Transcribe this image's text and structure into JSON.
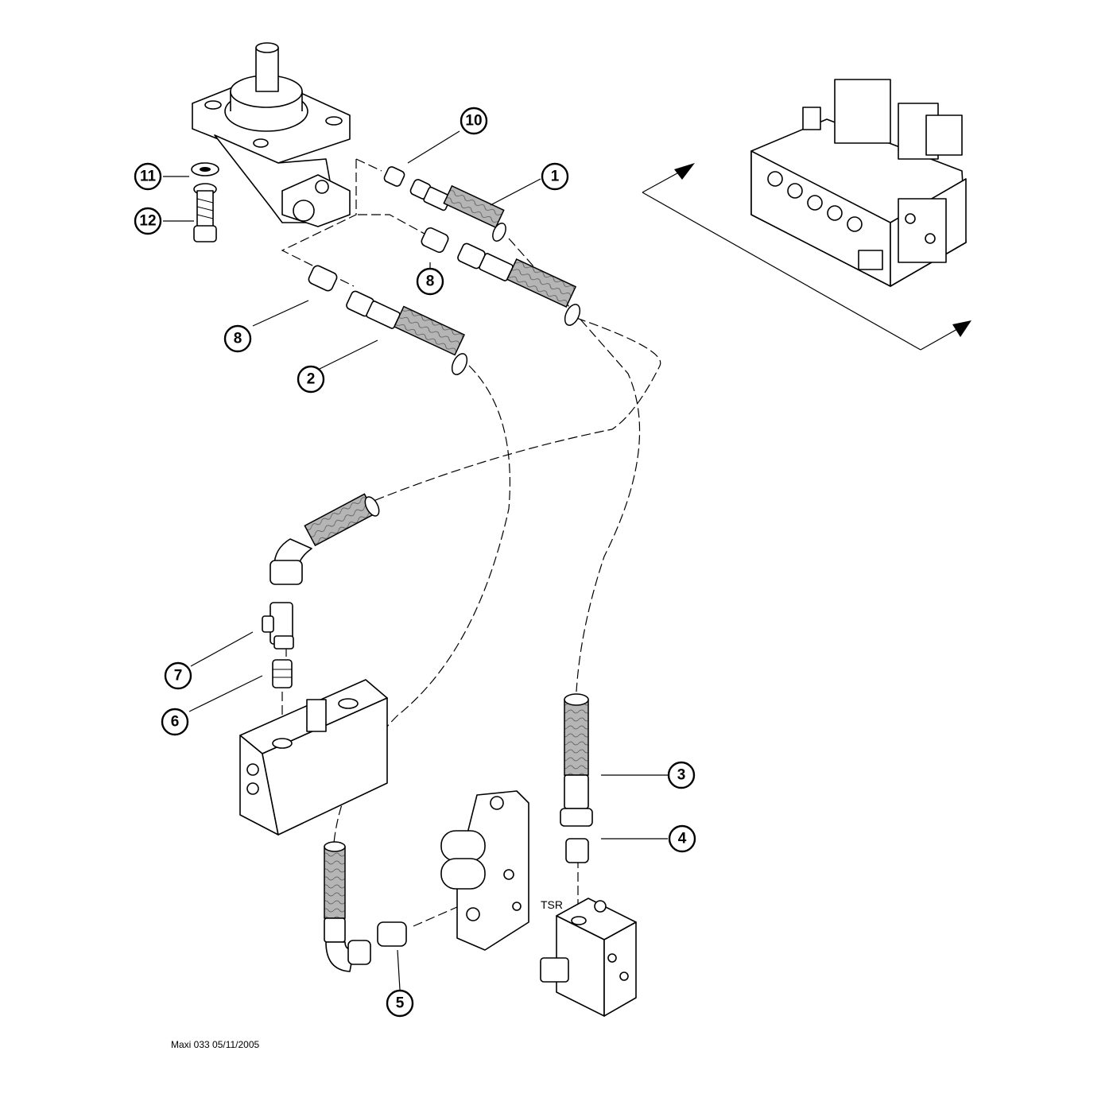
{
  "drawing": {
    "reference": "Maxi 033 05/11/2005",
    "port_label": "TSR"
  },
  "callouts": [
    {
      "id": "callout-1",
      "label": "1"
    },
    {
      "id": "callout-2",
      "label": "2"
    },
    {
      "id": "callout-3",
      "label": "3"
    },
    {
      "id": "callout-4",
      "label": "4"
    },
    {
      "id": "callout-5",
      "label": "5"
    },
    {
      "id": "callout-6",
      "label": "6"
    },
    {
      "id": "callout-7",
      "label": "7"
    },
    {
      "id": "callout-8a",
      "label": "8"
    },
    {
      "id": "callout-8b",
      "label": "8"
    },
    {
      "id": "callout-10",
      "label": "10"
    },
    {
      "id": "callout-11",
      "label": "11"
    },
    {
      "id": "callout-12",
      "label": "12"
    }
  ]
}
